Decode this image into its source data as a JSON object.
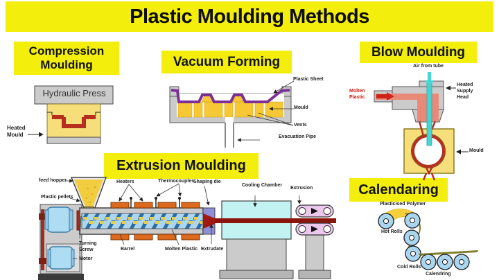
{
  "title": "Plastic Moulding Methods",
  "sections": {
    "compression": {
      "heading": "Compression Moulding",
      "labels": {
        "hydraulic_press": "Hydraulic Press",
        "heated_mould": "Heated Mould"
      }
    },
    "vacuum": {
      "heading": "Vacuum Forming",
      "labels": {
        "plastic_sheet": "Plastic Sheet",
        "mould": "Mould",
        "vents": "Vents",
        "evacuation_pipe": "Evacuation Pipe"
      }
    },
    "blow": {
      "heading": "Blow Moulding",
      "labels": {
        "air_from_tube": "Air from tube",
        "molten_plastic": "Molten Plastic",
        "heated_supply_head": "Heated Supply Head",
        "mould": "Mould"
      }
    },
    "extrusion": {
      "heading": "Extrusion Moulding",
      "labels": {
        "feed_hopper": "feed hopper",
        "plastic_pellets": "Plastic pellets",
        "heaters": "Heaters",
        "thermocouples": "Thermocouples",
        "shaping_die": "Shaping die",
        "cooling_chamber": "Cooling Chamber",
        "extrusion": "Extrusion",
        "turning_screw": "Turning Screw",
        "barrel": "Barrel",
        "molten_plastic": "Molten Plastic",
        "extrudate": "Extrudate",
        "motor": "Motor"
      }
    },
    "calendaring": {
      "heading": "Calendaring",
      "labels": {
        "plasticised_polymer": "Plasticised Polymer",
        "hot_rolls": "Hot Rolls",
        "cold_rolls": "Cold Rolls",
        "calendring": "Calendring"
      }
    }
  },
  "colors": {
    "accent_yellow": "#f3ee0b",
    "diagram_yellow": "#f6df7a",
    "mould_red": "#b5301f",
    "sheet_purple": "#7d2f96",
    "air_cyan": "#45d5d5",
    "cooling_cyan": "#c2f2f2",
    "heater_orange": "#dd6a1c",
    "screw_blue": "#abd6ee",
    "roller_pink": "#ecc9ec",
    "roller_blue": "#a9d5ef",
    "metal_gray": "#cbcbcb"
  }
}
